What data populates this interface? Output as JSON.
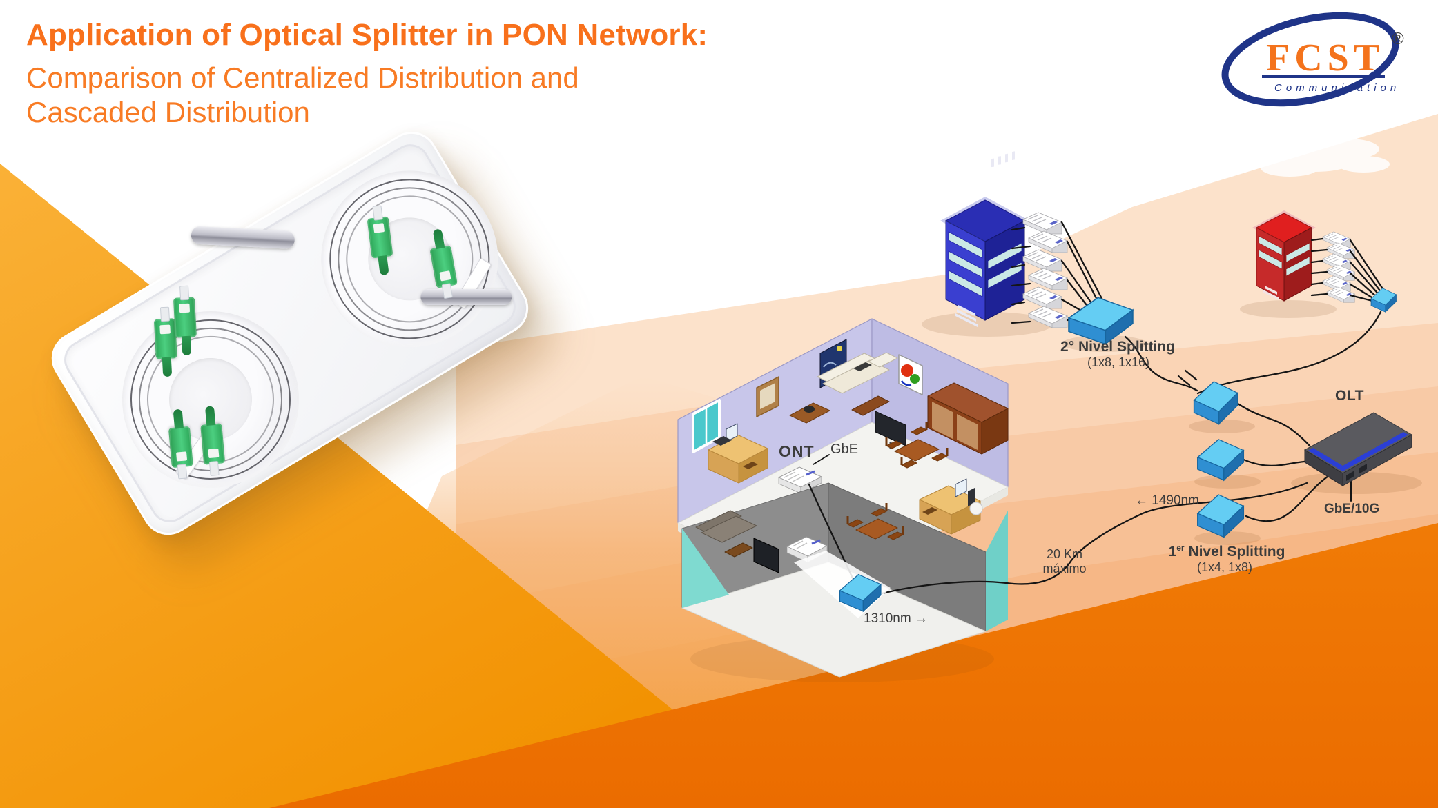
{
  "colors": {
    "accent_orange": "#F8701B",
    "amber": "#F6A41C",
    "deep_orange": "#EE7100",
    "peach": "#FBDCC2",
    "splitter_blue": "#45B6E8",
    "logo_blue": "#1F3488",
    "logo_orange": "#F4731C",
    "label_gray": "#3C3C3C"
  },
  "header": {
    "title": "Application of Optical Splitter in PON Network:",
    "subtitle_line1": "Comparison of Centralized Distribution and",
    "subtitle_line2": "Cascaded Distribution"
  },
  "logo": {
    "brand": "FCST",
    "tagline": "Communication",
    "registered": "®"
  },
  "diagram": {
    "splitting2": {
      "title": "2° Nivel Splitting",
      "subtitle": "(1x8, 1x16)"
    },
    "splitting1": {
      "prefix": "1",
      "sup": "er",
      "rest": " Nivel Splitting",
      "subtitle": "(1x4, 1x8)"
    },
    "olt": {
      "label": "OLT",
      "port": "GbE/10G"
    },
    "wavelengths": {
      "downstream": "← 1490nm",
      "upstream": "1310nm →"
    },
    "distance": {
      "line1": "20 Km",
      "line2": "máximo"
    },
    "home": {
      "ont": "ONT",
      "port": "GbE"
    }
  }
}
